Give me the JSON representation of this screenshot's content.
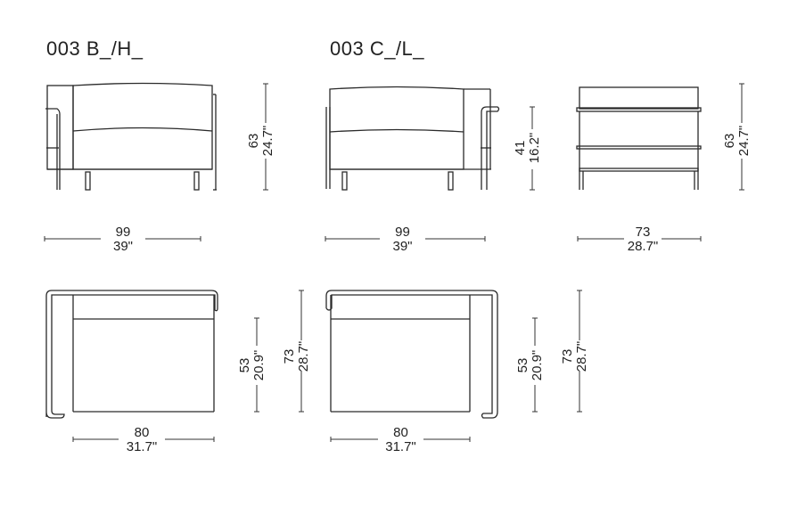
{
  "models": [
    {
      "code": "003 B_/H_"
    },
    {
      "code": "003 C_/L_"
    }
  ],
  "dimensions": {
    "b_height": {
      "cm": "63",
      "in": "24.7\""
    },
    "c_seat_height": {
      "cm": "41",
      "in": "16.2\""
    },
    "side_height": {
      "cm": "63",
      "in": "24.7\""
    },
    "b_width": {
      "cm": "99",
      "in": "39\""
    },
    "c_width": {
      "cm": "99",
      "in": "39\""
    },
    "side_depth": {
      "cm": "73",
      "in": "28.7\""
    },
    "b_top_seat_width": {
      "cm": "80",
      "in": "31.7\""
    },
    "b_top_seat_depth": {
      "cm": "53",
      "in": "20.9\""
    },
    "b_top_depth": {
      "cm": "73",
      "in": "28.7\""
    },
    "c_top_seat_width": {
      "cm": "80",
      "in": "31.7\""
    },
    "c_top_seat_depth": {
      "cm": "53",
      "in": "20.9\""
    },
    "c_top_depth": {
      "cm": "73",
      "in": "28.7\""
    }
  }
}
